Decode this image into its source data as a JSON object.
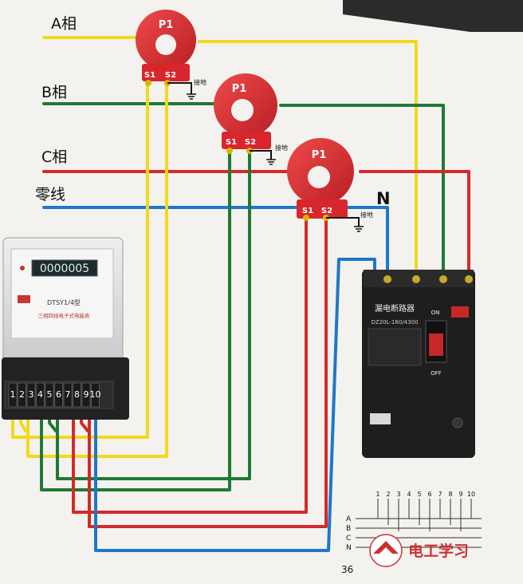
{
  "labels": {
    "phase_a": "A相",
    "phase_b": "B相",
    "phase_c": "C相",
    "neutral": "零线",
    "n_mark": "N"
  },
  "ct": {
    "primary_label": "P1",
    "s1_label": "S1",
    "s2_label": "S2",
    "ground_label": "接地"
  },
  "meter": {
    "reading": "0000005",
    "model": "DTSY1/4型",
    "brand": "三相四线电子式电能表",
    "terminals": [
      "1",
      "2",
      "3",
      "4",
      "5",
      "6",
      "7",
      "8",
      "9",
      "10"
    ]
  },
  "breaker": {
    "name": "漏电断路器",
    "model": "DZ20L-160/4300",
    "on_label": "ON",
    "off_label": "OFF"
  },
  "mini_diagram": {
    "terminals": [
      "1",
      "2",
      "3",
      "4",
      "5",
      "6",
      "7",
      "8",
      "9",
      "10"
    ],
    "rows": [
      "A",
      "B",
      "C",
      "N"
    ]
  },
  "page_number": "36",
  "watermark": "电工学习",
  "colors": {
    "phase_a": "#f0d91c",
    "phase_b": "#1e7a35",
    "phase_c": "#d42a2a",
    "neutral": "#1f77c9",
    "ct_red": "#d8262c"
  }
}
